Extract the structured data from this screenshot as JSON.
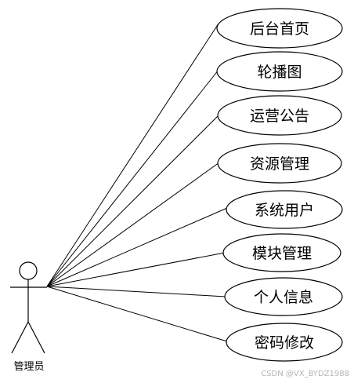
{
  "actor": {
    "label": "管理员"
  },
  "use_cases": [
    {
      "label": "后台首页"
    },
    {
      "label": "轮播图"
    },
    {
      "label": "运营公告"
    },
    {
      "label": "资源管理"
    },
    {
      "label": "系统用户"
    },
    {
      "label": "模块管理"
    },
    {
      "label": "个人信息"
    },
    {
      "label": "密码修改"
    }
  ],
  "watermark": "CSDN @VX_BYDZ1988"
}
